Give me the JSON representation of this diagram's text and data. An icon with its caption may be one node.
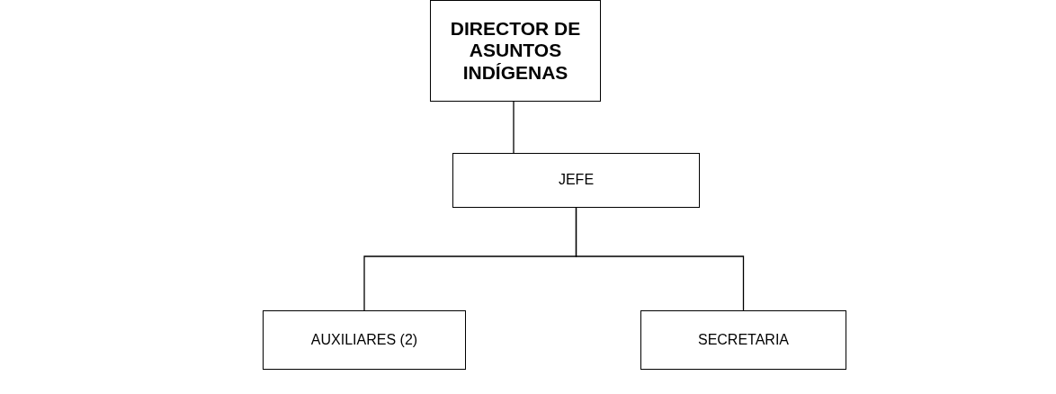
{
  "diagram": {
    "nodes": [
      {
        "text": [
          "DIRECTOR DE ASUNTOS INDÍGENAS"
        ]
      },
      {
        "text": [
          "JEFE"
        ]
      },
      {
        "text": [
          "AUXILIARES (2)"
        ]
      },
      {
        "text": [
          "SECRETARIA"
        ]
      }
    ],
    "edges": [
      {
        "from": 0,
        "to": 1,
        "arrow": "none"
      },
      {
        "from": 1,
        "to": 2,
        "arrow": "none"
      },
      {
        "from": 1,
        "to": 3,
        "arrow": "none"
      }
    ]
  }
}
